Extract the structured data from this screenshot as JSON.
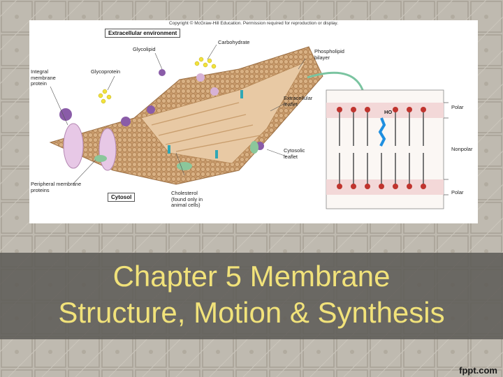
{
  "copyright": "Copyright © McGraw-Hill Education. Permission required for reproduction or display.",
  "figure": {
    "box_labels": {
      "extracellular": "Extracellular environment",
      "cytosol": "Cytosol"
    },
    "labels": {
      "glycolipid": "Glycolipid",
      "carbohydrate": "Carbohydrate",
      "phospholipid_bilayer": "Phospholipid\nbilayer",
      "integral_protein": "Integral\nmembrane\nprotein",
      "glycoprotein": "Glycoprotein",
      "extracellular_leaflet": "Extracellular\nleaflet",
      "cytosolic_leaflet": "Cytosolic\nleaflet",
      "peripheral_proteins": "Peripheral membrane\nproteins",
      "cholesterol": "Cholesterol\n(found only in\nanimal cells)",
      "polar_top": "Polar",
      "nonpolar": "Nonpolar",
      "polar_bottom": "Polar",
      "ho": "HO"
    }
  },
  "slide": {
    "title_line1": "Chapter 5 Membrane",
    "title_line2": "Structure,  Motion & Synthesis"
  },
  "watermark": "fppt.com"
}
